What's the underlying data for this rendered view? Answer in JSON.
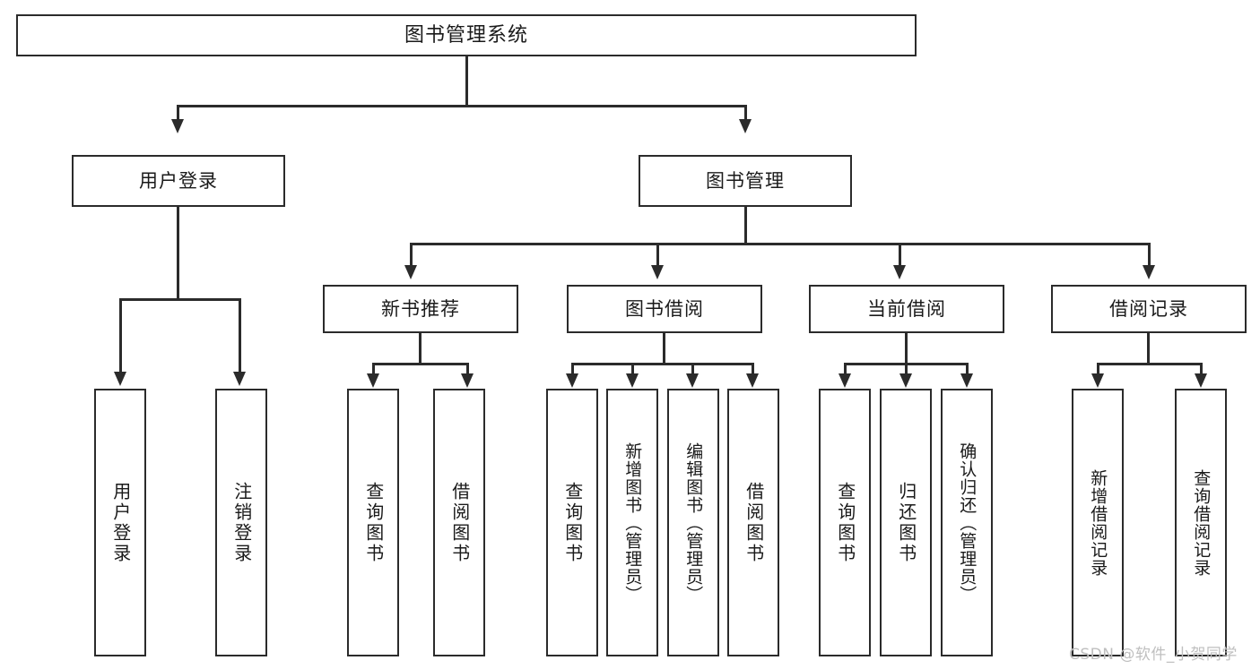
{
  "diagram": {
    "type": "tree-hierarchy-diagram",
    "title": "图书管理系统",
    "root": {
      "id": "root",
      "label": "图书管理系统"
    },
    "level2": [
      {
        "id": "user-login",
        "label": "用户登录"
      },
      {
        "id": "book-manage",
        "label": "图书管理"
      }
    ],
    "level3": [
      {
        "id": "new-book-recommend",
        "label": "新书推荐",
        "parent": "book-manage"
      },
      {
        "id": "book-borrow",
        "label": "图书借阅",
        "parent": "book-manage"
      },
      {
        "id": "current-borrow",
        "label": "当前借阅",
        "parent": "book-manage"
      },
      {
        "id": "borrow-record",
        "label": "借阅记录",
        "parent": "book-manage"
      }
    ],
    "leaves": {
      "user_login": [
        {
          "id": "leaf-user-login",
          "label": "用户登录"
        },
        {
          "id": "leaf-logout-login",
          "label": "注销登录"
        }
      ],
      "new_book_recommend": [
        {
          "id": "leaf-query-book-1",
          "label": "查询图书"
        },
        {
          "id": "leaf-borrow-book-1",
          "label": "借阅图书"
        }
      ],
      "book_borrow": [
        {
          "id": "leaf-query-book-2",
          "label": "查询图书"
        },
        {
          "id": "leaf-add-book",
          "label": "新增图书（管理员）"
        },
        {
          "id": "leaf-edit-book",
          "label": "编辑图书（管理员）"
        },
        {
          "id": "leaf-borrow-book-2",
          "label": "借阅图书"
        }
      ],
      "current_borrow": [
        {
          "id": "leaf-query-book-3",
          "label": "查询图书"
        },
        {
          "id": "leaf-return-book",
          "label": "归还图书"
        },
        {
          "id": "leaf-confirm-return",
          "label": "确认归还（管理员）"
        }
      ],
      "borrow_record": [
        {
          "id": "leaf-add-record",
          "label": "新增借阅记录"
        },
        {
          "id": "leaf-query-record",
          "label": "查询借阅记录"
        }
      ]
    }
  },
  "watermark": {
    "text": "CSDN @软件_小贺同学"
  },
  "colors": {
    "stroke": "#2b2b2b",
    "background": "#ffffff",
    "text": "#1a1a1a",
    "watermark": "#bfbfbf"
  }
}
